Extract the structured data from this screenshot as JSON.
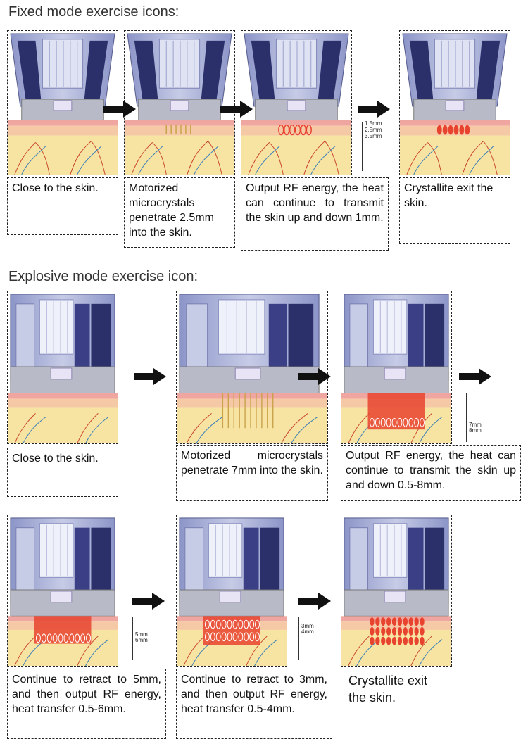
{
  "headings": {
    "fixed": "Fixed mode exercise icons:",
    "explosive": "Explosive mode exercise icon:"
  },
  "fixed_mode": {
    "steps": [
      {
        "caption": "Close to the skin."
      },
      {
        "caption": "Motorized microcrystals penetrate 2.5mm into the skin."
      },
      {
        "caption": "Output RF energy, the heat can continue to transmit the skin up and down 1mm."
      },
      {
        "caption": "Crystallite exit the skin."
      }
    ],
    "depth_labels": [
      "1.5mm",
      "2.5mm",
      "3.5mm"
    ]
  },
  "explosive_mode": {
    "steps": [
      {
        "caption": "Close to the skin."
      },
      {
        "caption": "Motorized microcrystals penetrate 7mm into the skin."
      },
      {
        "caption": "Output RF energy, the heat can continue to transmit the skin up and down 0.5-8mm."
      },
      {
        "caption": "Continue to retract to 5mm, and then output RF energy, heat transfer 0.5-6mm."
      },
      {
        "caption": "Continue to retract to 3mm, and then output RF energy, heat transfer 0.5-4mm."
      },
      {
        "caption": "Crystallite exit the skin."
      }
    ],
    "depth_labels_step3": [
      "7mm",
      "8mm"
    ],
    "depth_labels_step4": [
      "5mm",
      "6mm"
    ],
    "depth_labels_step5": [
      "3mm",
      "4mm"
    ]
  },
  "colors": {
    "device_body": "#9ba4cf",
    "device_dark": "#2b2f6a",
    "skin_surface": "#f3b7a8",
    "dermis": "#f7e4a3",
    "rf_red": "#e8432e"
  }
}
